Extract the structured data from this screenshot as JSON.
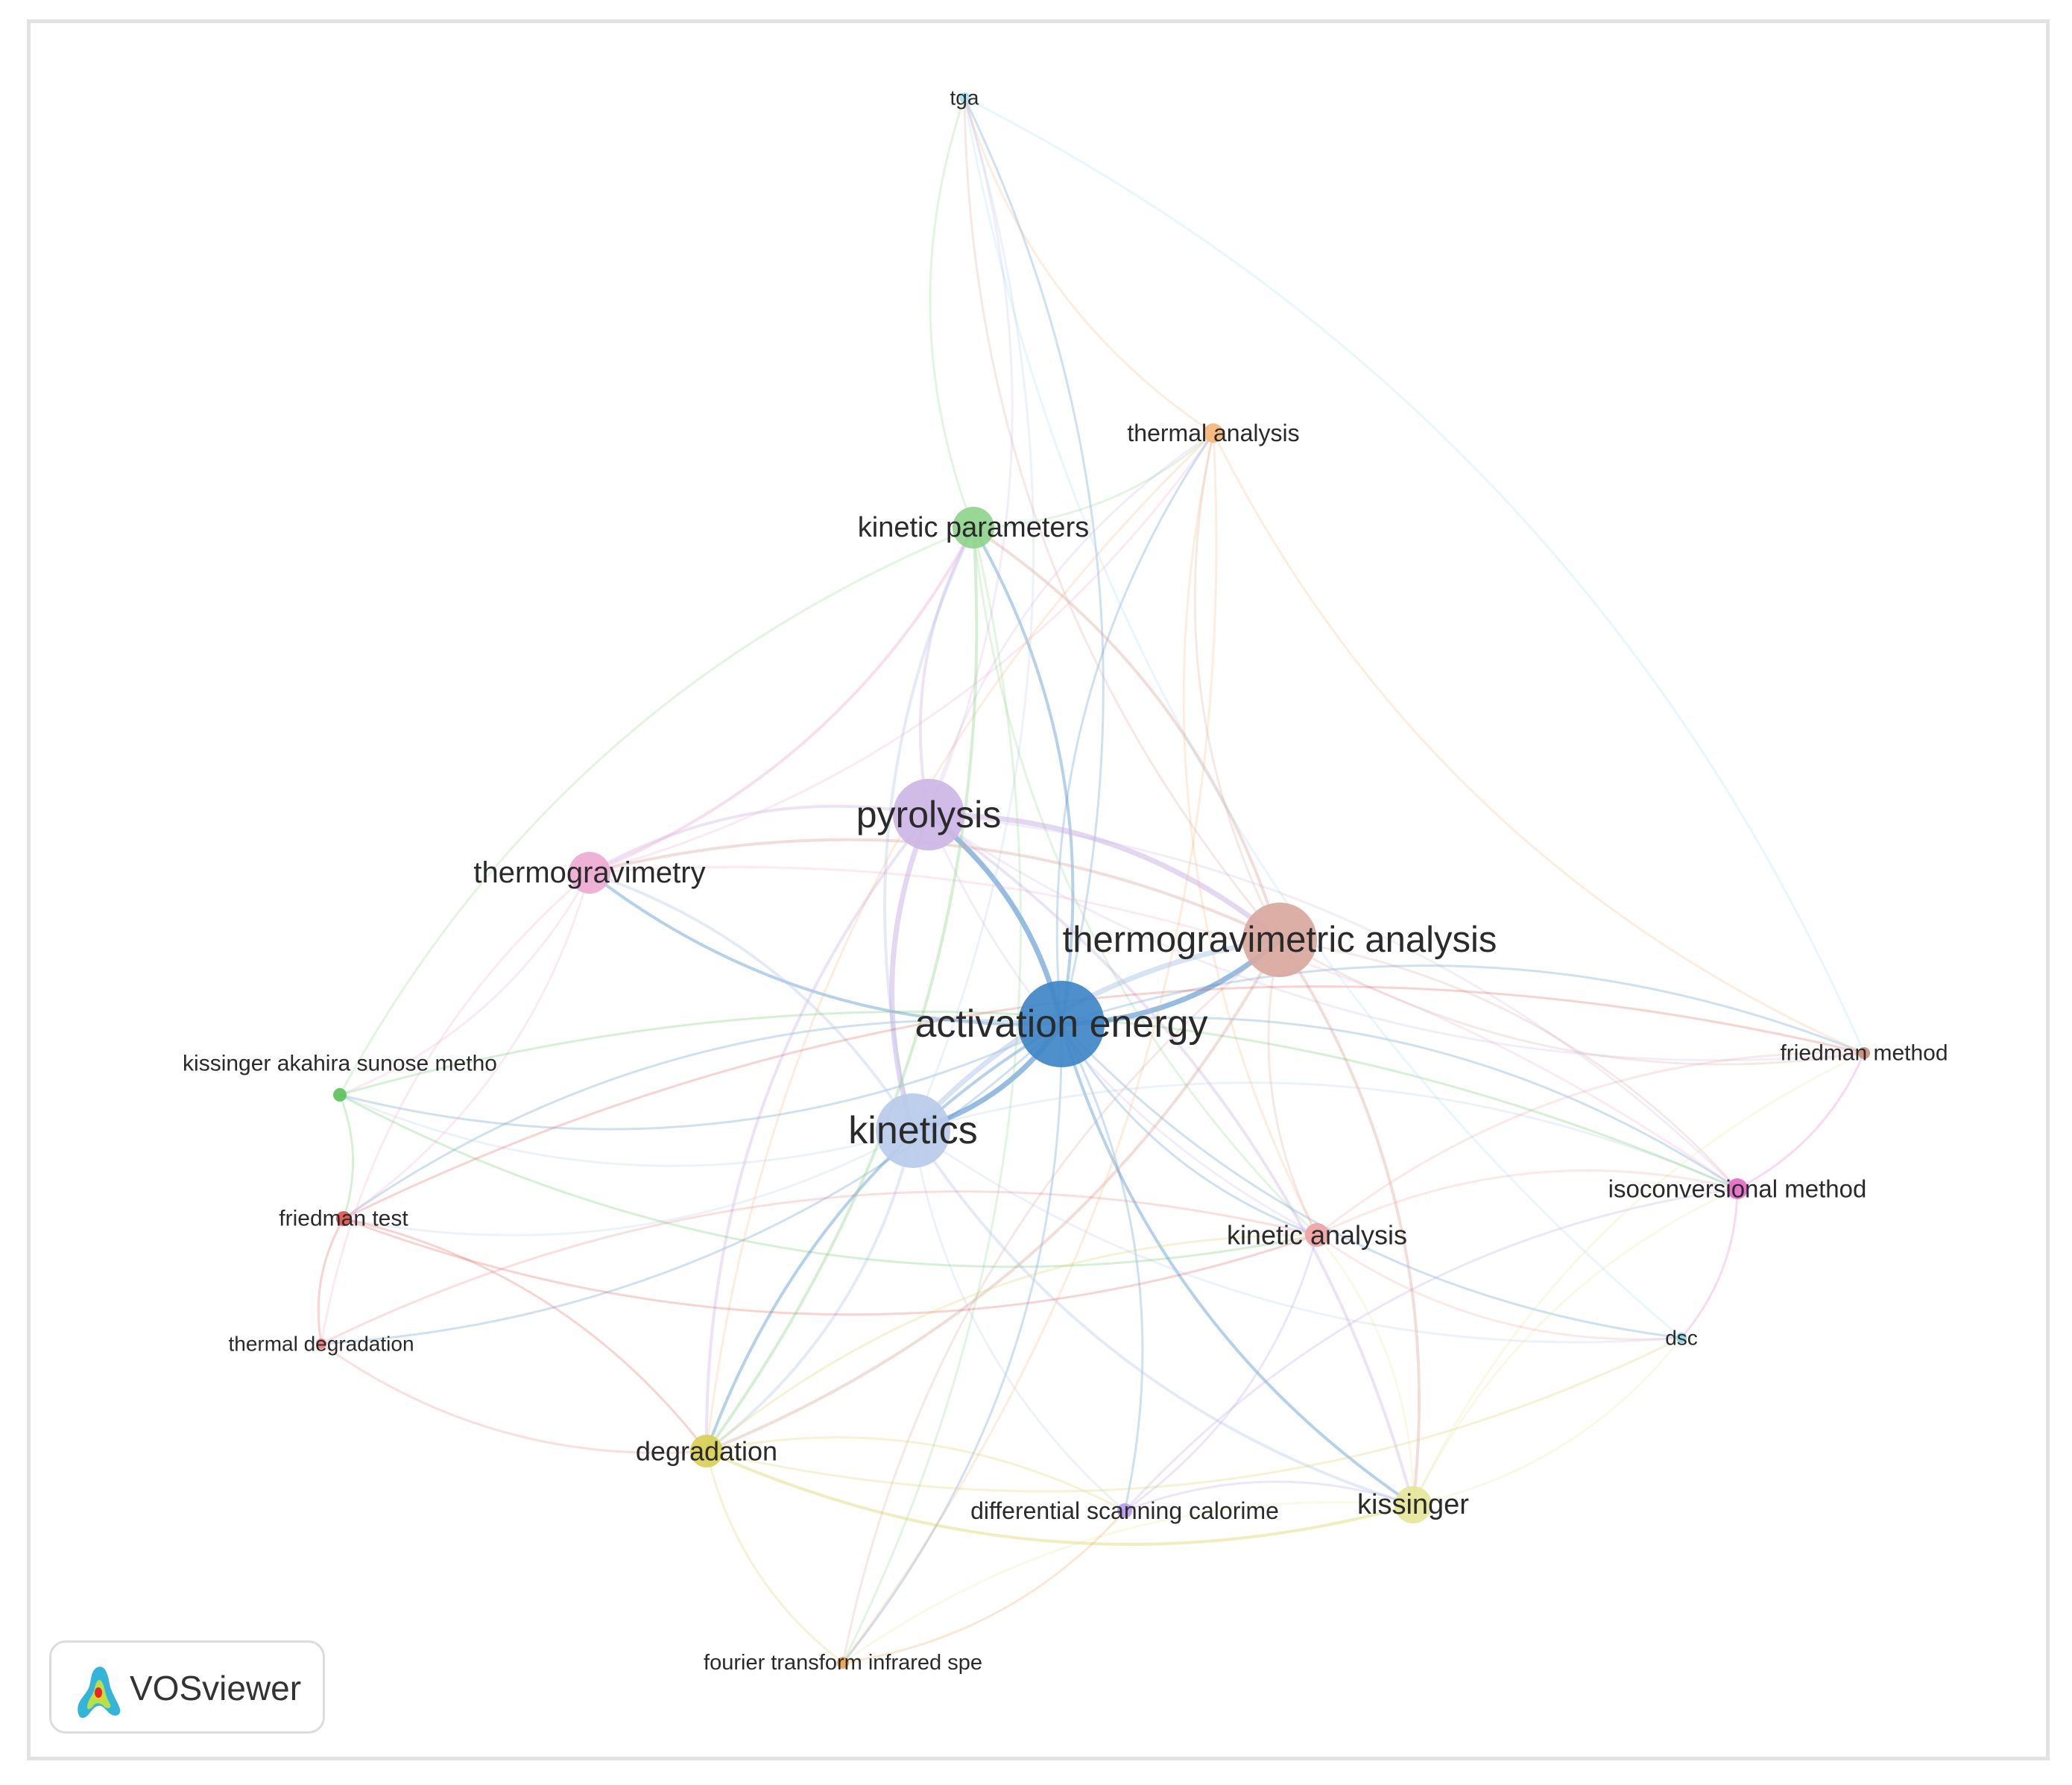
{
  "app": {
    "logo_text": "VOSviewer",
    "logo_icon": "vosviewer-logo-icon"
  },
  "network": {
    "nodes": [
      {
        "id": "activation-energy",
        "label": "activation energy",
        "color": "#3f86c8",
        "weight": 10
      },
      {
        "id": "thermogravimetric-analysis",
        "label": "thermogravimetric analysis",
        "color": "#d9a89e",
        "weight": 8
      },
      {
        "id": "pyrolysis",
        "label": "pyrolysis",
        "color": "#cdb6e6",
        "weight": 8
      },
      {
        "id": "kinetics",
        "label": "kinetics",
        "color": "#b7cbea",
        "weight": 8
      },
      {
        "id": "thermogravimetry",
        "label": "thermogravimetry",
        "color": "#eeaad3",
        "weight": 4
      },
      {
        "id": "kinetic-parameters",
        "label": "kinetic parameters",
        "color": "#8fd48c",
        "weight": 4
      },
      {
        "id": "thermal-analysis",
        "label": "thermal analysis",
        "color": "#f6b67a",
        "weight": 2
      },
      {
        "id": "tga",
        "label": "tga",
        "color": "#a9ddf0",
        "weight": 1
      },
      {
        "id": "kissinger-akahira-sunose",
        "label": "kissinger akahira sunose metho",
        "color": "#5cc25a",
        "weight": 1
      },
      {
        "id": "friedman-test",
        "label": "friedman test",
        "color": "#e0554d",
        "weight": 1
      },
      {
        "id": "thermal-degradation",
        "label": "thermal degradation",
        "color": "#e88080",
        "weight": 1
      },
      {
        "id": "degradation",
        "label": "degradation",
        "color": "#d8d055",
        "weight": 3
      },
      {
        "id": "differential-scanning-calorimetry",
        "label": "differential scanning calorime",
        "color": "#b79be6",
        "weight": 1
      },
      {
        "id": "kissinger",
        "label": "kissinger",
        "color": "#e6e69a",
        "weight": 3
      },
      {
        "id": "fourier-transform-infrared",
        "label": "fourier transform infrared spe",
        "color": "#f0a050",
        "weight": 1
      },
      {
        "id": "kinetic-analysis",
        "label": "kinetic analysis",
        "color": "#f0a3a3",
        "weight": 2
      },
      {
        "id": "isoconversional-method",
        "label": "isoconversional method",
        "color": "#e66ac8",
        "weight": 2
      },
      {
        "id": "dsc",
        "label": "dsc",
        "color": "#8fd6e8",
        "weight": 1
      },
      {
        "id": "friedman-method",
        "label": "friedman method",
        "color": "#c98f7a",
        "weight": 1
      }
    ],
    "links": [
      [
        "activation-energy",
        "pyrolysis"
      ],
      [
        "activation-energy",
        "kinetics"
      ],
      [
        "activation-energy",
        "thermogravimetric-analysis"
      ],
      [
        "activation-energy",
        "thermogravimetry"
      ],
      [
        "activation-energy",
        "kinetic-parameters"
      ],
      [
        "activation-energy",
        "thermal-analysis"
      ],
      [
        "activation-energy",
        "tga"
      ],
      [
        "activation-energy",
        "kissinger-akahira-sunose"
      ],
      [
        "activation-energy",
        "friedman-test"
      ],
      [
        "activation-energy",
        "thermal-degradation"
      ],
      [
        "activation-energy",
        "degradation"
      ],
      [
        "activation-energy",
        "differential-scanning-calorimetry"
      ],
      [
        "activation-energy",
        "kissinger"
      ],
      [
        "activation-energy",
        "fourier-transform-infrared"
      ],
      [
        "activation-energy",
        "kinetic-analysis"
      ],
      [
        "activation-energy",
        "isoconversional-method"
      ],
      [
        "activation-energy",
        "dsc"
      ],
      [
        "activation-energy",
        "friedman-method"
      ],
      [
        "pyrolysis",
        "kinetics"
      ],
      [
        "pyrolysis",
        "thermogravimetric-analysis"
      ],
      [
        "pyrolysis",
        "thermogravimetry"
      ],
      [
        "pyrolysis",
        "kinetic-parameters"
      ],
      [
        "pyrolysis",
        "tga"
      ],
      [
        "pyrolysis",
        "thermal-analysis"
      ],
      [
        "pyrolysis",
        "degradation"
      ],
      [
        "pyrolysis",
        "kissinger"
      ],
      [
        "pyrolysis",
        "friedman-method"
      ],
      [
        "pyrolysis",
        "isoconversional-method"
      ],
      [
        "pyrolysis",
        "kinetic-analysis"
      ],
      [
        "kinetics",
        "thermogravimetric-analysis"
      ],
      [
        "kinetics",
        "thermogravimetry"
      ],
      [
        "kinetics",
        "kinetic-parameters"
      ],
      [
        "kinetics",
        "tga"
      ],
      [
        "kinetics",
        "degradation"
      ],
      [
        "kinetics",
        "kissinger"
      ],
      [
        "kinetics",
        "isoconversional-method"
      ],
      [
        "kinetics",
        "dsc"
      ],
      [
        "kinetics",
        "friedman-test"
      ],
      [
        "kinetics",
        "differential-scanning-calorimetry"
      ],
      [
        "kinetics",
        "kissinger-akahira-sunose"
      ],
      [
        "thermogravimetric-analysis",
        "kinetic-parameters"
      ],
      [
        "thermogravimetric-analysis",
        "thermal-analysis"
      ],
      [
        "thermogravimetric-analysis",
        "kinetic-analysis"
      ],
      [
        "thermogravimetric-analysis",
        "kissinger"
      ],
      [
        "thermogravimetric-analysis",
        "friedman-method"
      ],
      [
        "thermogravimetric-analysis",
        "isoconversional-method"
      ],
      [
        "thermogravimetric-analysis",
        "thermogravimetry"
      ],
      [
        "thermogravimetric-analysis",
        "degradation"
      ],
      [
        "thermogravimetric-analysis",
        "fourier-transform-infrared"
      ],
      [
        "thermogravimetric-analysis",
        "tga"
      ],
      [
        "thermogravimetry",
        "kinetic-parameters"
      ],
      [
        "thermogravimetry",
        "friedman-test"
      ],
      [
        "thermogravimetry",
        "thermal-degradation"
      ],
      [
        "thermogravimetry",
        "kissinger-akahira-sunose"
      ],
      [
        "thermogravimetry",
        "thermal-analysis"
      ],
      [
        "thermogravimetry",
        "isoconversional-method"
      ],
      [
        "kinetic-parameters",
        "thermal-analysis"
      ],
      [
        "kinetic-parameters",
        "tga"
      ],
      [
        "kinetic-parameters",
        "kissinger-akahira-sunose"
      ],
      [
        "kinetic-parameters",
        "degradation"
      ],
      [
        "kinetic-parameters",
        "kinetic-analysis"
      ],
      [
        "kinetic-parameters",
        "fourier-transform-infrared"
      ],
      [
        "thermal-analysis",
        "kinetic-analysis"
      ],
      [
        "thermal-analysis",
        "fourier-transform-infrared"
      ],
      [
        "thermal-analysis",
        "friedman-method"
      ],
      [
        "thermal-analysis",
        "tga"
      ],
      [
        "thermal-analysis",
        "degradation"
      ],
      [
        "kissinger-akahira-sunose",
        "friedman-test"
      ],
      [
        "kissinger-akahira-sunose",
        "kinetic-analysis"
      ],
      [
        "kissinger-akahira-sunose",
        "isoconversional-method"
      ],
      [
        "friedman-test",
        "thermal-degradation"
      ],
      [
        "friedman-test",
        "degradation"
      ],
      [
        "friedman-test",
        "kinetic-analysis"
      ],
      [
        "friedman-test",
        "friedman-method"
      ],
      [
        "thermal-degradation",
        "degradation"
      ],
      [
        "thermal-degradation",
        "kinetic-analysis"
      ],
      [
        "degradation",
        "kissinger"
      ],
      [
        "degradation",
        "differential-scanning-calorimetry"
      ],
      [
        "degradation",
        "fourier-transform-infrared"
      ],
      [
        "degradation",
        "kinetic-analysis"
      ],
      [
        "degradation",
        "dsc"
      ],
      [
        "differential-scanning-calorimetry",
        "kissinger"
      ],
      [
        "differential-scanning-calorimetry",
        "kinetic-analysis"
      ],
      [
        "differential-scanning-calorimetry",
        "isoconversional-method"
      ],
      [
        "kissinger",
        "kinetic-analysis"
      ],
      [
        "kissinger",
        "isoconversional-method"
      ],
      [
        "kissinger",
        "dsc"
      ],
      [
        "kissinger",
        "friedman-method"
      ],
      [
        "kissinger",
        "fourier-transform-infrared"
      ],
      [
        "kinetic-analysis",
        "isoconversional-method"
      ],
      [
        "kinetic-analysis",
        "dsc"
      ],
      [
        "kinetic-analysis",
        "friedman-method"
      ],
      [
        "isoconversional-method",
        "friedman-method"
      ],
      [
        "isoconversional-method",
        "dsc"
      ],
      [
        "fourier-transform-infrared",
        "differential-scanning-calorimetry"
      ],
      [
        "tga",
        "friedman-method"
      ],
      [
        "tga",
        "dsc"
      ]
    ]
  }
}
